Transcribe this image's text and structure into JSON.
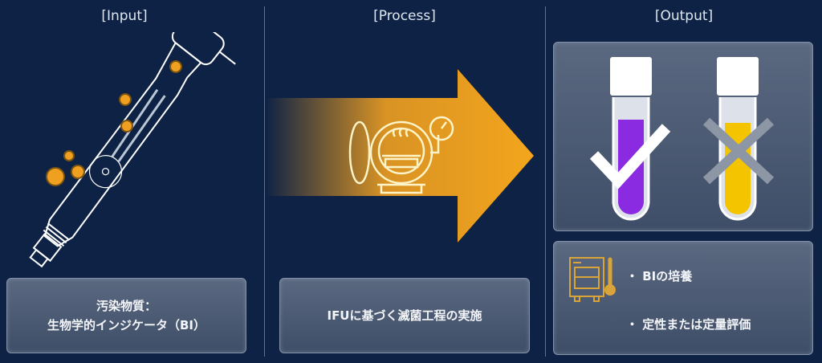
{
  "headers": {
    "input": "[Input]",
    "process": "[Process]",
    "output": "[Output]"
  },
  "input": {
    "line1": "汚染物質：",
    "line2": "生物学的インジケータ（BI）"
  },
  "process": {
    "label": "IFUに基づく滅菌工程の実施"
  },
  "output": {
    "bullets": [
      "・ BIの培養",
      "・ 定性または定量評価"
    ]
  },
  "colors": {
    "background": "#0e2245",
    "accent": "#f0a020",
    "purple": "#8a2be2",
    "yellow": "#f5c400"
  }
}
